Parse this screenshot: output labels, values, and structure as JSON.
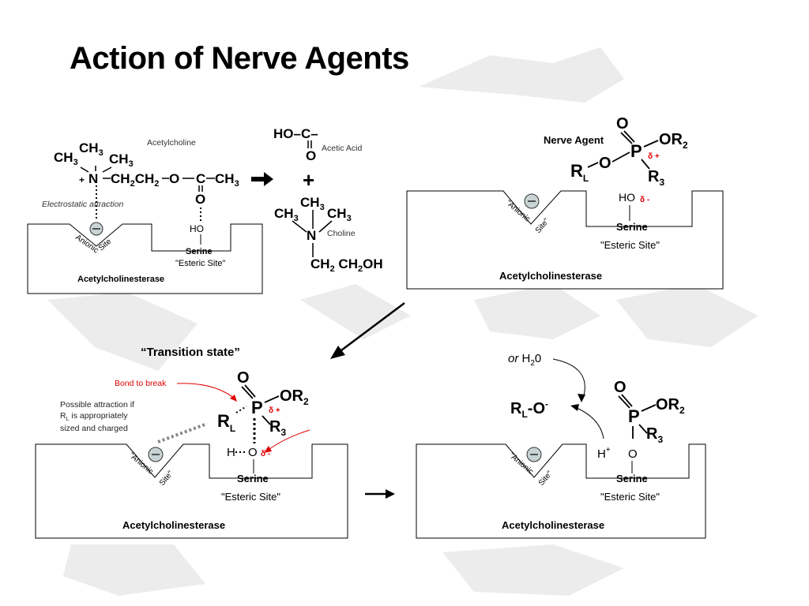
{
  "slide": {
    "title": "Action of Nerve Agents"
  },
  "panel1": {
    "acetylcholine_label": "Acetylcholine",
    "electrostatic_label": "Electrostatic attraction",
    "anionic_label": "Anionic",
    "site_label": "Site",
    "serine_label": "Serine",
    "esteric_label": "\"Esteric Site\"",
    "enzyme_label": "Acetylcholinesterase",
    "hydroxyl": "HO",
    "ch3": "CH",
    "sub3": "3",
    "n_plus": "+",
    "n": "N",
    "chain_a": "CH",
    "sub2": "2",
    "o": "O",
    "c": "C",
    "products": {
      "acetic_formula": "HO–C–",
      "acetic_o": "O",
      "acetic_label": "Acetic Acid",
      "plus": "+",
      "choline_label": "Choline",
      "choline_tail": "CH",
      "choline_oh": "OH"
    }
  },
  "panel2": {
    "nerve_agent_label": "Nerve Agent",
    "or2": "OR",
    "r3": "R",
    "rl": "R",
    "o": "O",
    "p": "P",
    "delta_plus": "δ +",
    "delta_minus": "δ -",
    "ho": "HO",
    "serine_label": "Serine",
    "esteric_label": "\"Esteric Site\"",
    "anionic_label": "\"Anionic",
    "site_label": "Site\"",
    "enzyme_label": "Acetylcholinesterase"
  },
  "panel3": {
    "transition_label": "“Transition state”",
    "bond_label": "Bond to break",
    "possible_label_1": "Possible attraction if",
    "possible_label_2": "is appropriately",
    "possible_label_3": "sized and charged",
    "h": "H",
    "o": "O",
    "serine_label": "Serine",
    "esteric_label": "\"Esteric Site\"",
    "anionic_label": "\"Anionic",
    "site_label": "Site\"",
    "enzyme_label": "Acetylcholinesterase"
  },
  "panel4": {
    "or_label": "or",
    "water": "H",
    "water_sub": "2",
    "water_o": "0",
    "rl_o": "O",
    "h_plus": "H",
    "plus_sup": "+",
    "o": "O",
    "serine_label": "Serine",
    "esteric_label": "\"Esteric Site\"",
    "anionic_label": "\"Anionic",
    "site_label": "Site\"",
    "enzyme_label": "Acetylcholinesterase"
  },
  "colors": {
    "red": "#e00000",
    "circle_fill": "#c8d4d4",
    "dotted_grey": "#888888",
    "background_art": "#d9d9d9"
  }
}
